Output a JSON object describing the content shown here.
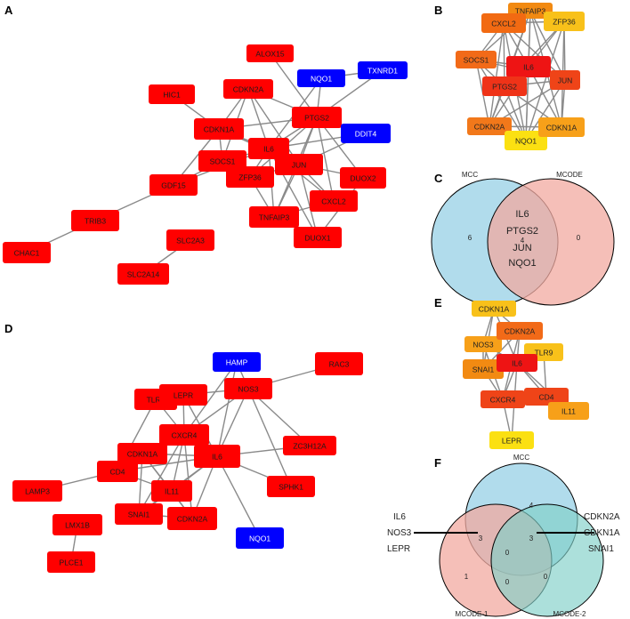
{
  "panels": {
    "A": {
      "letter": "A",
      "nodes": [
        {
          "id": "ALOX15",
          "label": "ALOX15",
          "color": "#ff0000"
        },
        {
          "id": "NQO1",
          "label": "NQO1",
          "color": "#0000ff"
        },
        {
          "id": "TXNRD1",
          "label": "TXNRD1",
          "color": "#0000ff"
        },
        {
          "id": "HIC1",
          "label": "HIC1",
          "color": "#ff0000"
        },
        {
          "id": "CDKN2A",
          "label": "CDKN2A",
          "color": "#ff0000"
        },
        {
          "id": "PTGS2",
          "label": "PTGS2",
          "color": "#ff0000"
        },
        {
          "id": "DDIT4",
          "label": "DDIT4",
          "color": "#0000ff"
        },
        {
          "id": "CDKN1A",
          "label": "CDKN1A",
          "color": "#ff0000"
        },
        {
          "id": "IL6",
          "label": "IL6",
          "color": "#ff0000"
        },
        {
          "id": "SOCS1",
          "label": "SOCS1",
          "color": "#ff0000"
        },
        {
          "id": "JUN",
          "label": "JUN",
          "color": "#ff0000"
        },
        {
          "id": "DUOX2",
          "label": "DUOX2",
          "color": "#ff0000"
        },
        {
          "id": "GDF15",
          "label": "GDF15",
          "color": "#ff0000"
        },
        {
          "id": "ZFP36",
          "label": "ZFP36",
          "color": "#ff0000"
        },
        {
          "id": "CXCL2",
          "label": "CXCL2",
          "color": "#ff0000"
        },
        {
          "id": "TNFAIP3",
          "label": "TNFAIP3",
          "color": "#ff0000"
        },
        {
          "id": "DUOX1",
          "label": "DUOX1",
          "color": "#ff0000"
        },
        {
          "id": "TRIB3",
          "label": "TRIB3",
          "color": "#ff0000"
        },
        {
          "id": "CHAC1",
          "label": "CHAC1",
          "color": "#ff0000"
        },
        {
          "id": "SLC2A3",
          "label": "SLC2A3",
          "color": "#ff0000"
        },
        {
          "id": "SLC2A14",
          "label": "SLC2A14",
          "color": "#ff0000"
        }
      ],
      "edges": [
        [
          "ALOX15",
          "PTGS2"
        ],
        [
          "NQO1",
          "PTGS2"
        ],
        [
          "NQO1",
          "IL6"
        ],
        [
          "TXNRD1",
          "NQO1"
        ],
        [
          "TXNRD1",
          "PTGS2"
        ],
        [
          "HIC1",
          "CDKN1A"
        ],
        [
          "CDKN2A",
          "CDKN1A"
        ],
        [
          "CDKN2A",
          "PTGS2"
        ],
        [
          "CDKN2A",
          "IL6"
        ],
        [
          "CDKN2A",
          "JUN"
        ],
        [
          "CDKN2A",
          "SOCS1"
        ],
        [
          "PTGS2",
          "IL6"
        ],
        [
          "PTGS2",
          "JUN"
        ],
        [
          "PTGS2",
          "CDKN1A"
        ],
        [
          "PTGS2",
          "ZFP36"
        ],
        [
          "PTGS2",
          "CXCL2"
        ],
        [
          "PTGS2",
          "TNFAIP3"
        ],
        [
          "PTGS2",
          "DUOX2"
        ],
        [
          "DDIT4",
          "JUN"
        ],
        [
          "DDIT4",
          "IL6"
        ],
        [
          "CDKN1A",
          "IL6"
        ],
        [
          "CDKN1A",
          "JUN"
        ],
        [
          "CDKN1A",
          "SOCS1"
        ],
        [
          "CDKN1A",
          "GDF15"
        ],
        [
          "IL6",
          "SOCS1"
        ],
        [
          "IL6",
          "JUN"
        ],
        [
          "IL6",
          "ZFP36"
        ],
        [
          "IL6",
          "CXCL2"
        ],
        [
          "IL6",
          "TNFAIP3"
        ],
        [
          "IL6",
          "DUOX1"
        ],
        [
          "IL6",
          "GDF15"
        ],
        [
          "JUN",
          "ZFP36"
        ],
        [
          "JUN",
          "CXCL2"
        ],
        [
          "JUN",
          "TNFAIP3"
        ],
        [
          "JUN",
          "DUOX1"
        ],
        [
          "JUN",
          "DUOX2"
        ],
        [
          "SOCS1",
          "ZFP36"
        ],
        [
          "SOCS1",
          "GDF15"
        ],
        [
          "ZFP36",
          "TNFAIP3"
        ],
        [
          "CXCL2",
          "TNFAIP3"
        ],
        [
          "DUOX1",
          "DUOX2"
        ],
        [
          "GDF15",
          "TRIB3"
        ],
        [
          "TRIB3",
          "CHAC1"
        ],
        [
          "SLC2A3",
          "SLC2A14"
        ]
      ]
    },
    "B": {
      "letter": "B",
      "nodes": [
        {
          "id": "TNFAIP3",
          "label": "TNFAIP3",
          "color": "#f28a12"
        },
        {
          "id": "CXCL2",
          "label": "CXCL2",
          "color": "#f26a12"
        },
        {
          "id": "ZFP36",
          "label": "ZFP36",
          "color": "#f8c11a"
        },
        {
          "id": "SOCS1",
          "label": "SOCS1",
          "color": "#f26a18"
        },
        {
          "id": "IL6",
          "label": "IL6",
          "color": "#ee1414"
        },
        {
          "id": "JUN",
          "label": "JUN",
          "color": "#ef4418"
        },
        {
          "id": "PTGS2",
          "label": "PTGS2",
          "color": "#ef3318"
        },
        {
          "id": "CDKN2A",
          "label": "CDKN2A",
          "color": "#f2781a"
        },
        {
          "id": "NQO1",
          "label": "NQO1",
          "color": "#fbe012"
        },
        {
          "id": "CDKN1A",
          "label": "CDKN1A",
          "color": "#f7a019"
        }
      ]
    },
    "C": {
      "letter": "C",
      "left_title": "MCC",
      "right_title": "MCODE",
      "left_count": "6",
      "overlap_count": "4",
      "right_count": "0",
      "overlap_genes": [
        "IL6",
        "PTGS2",
        "JUN",
        "NQO1"
      ],
      "left_color": "#a8d8ea",
      "right_color": "#f2aaa0"
    },
    "D": {
      "letter": "D",
      "nodes": [
        {
          "id": "HAMP",
          "label": "HAMP",
          "color": "#0000ff"
        },
        {
          "id": "RAC3",
          "label": "RAC3",
          "color": "#ff0000"
        },
        {
          "id": "TLR9",
          "label": "TLR9",
          "color": "#ff0000"
        },
        {
          "id": "LEPR",
          "label": "LEPR",
          "color": "#ff0000"
        },
        {
          "id": "NOS3",
          "label": "NOS3",
          "color": "#ff0000"
        },
        {
          "id": "CXCR4",
          "label": "CXCR4",
          "color": "#ff0000"
        },
        {
          "id": "CDKN1A",
          "label": "CDKN1A",
          "color": "#ff0000"
        },
        {
          "id": "IL6",
          "label": "IL6",
          "color": "#ff0000"
        },
        {
          "id": "ZC3H12A",
          "label": "ZC3H12A",
          "color": "#ff0000"
        },
        {
          "id": "CD4",
          "label": "CD4",
          "color": "#ff0000"
        },
        {
          "id": "LAMP3",
          "label": "LAMP3",
          "color": "#ff0000"
        },
        {
          "id": "IL11",
          "label": "IL11",
          "color": "#ff0000"
        },
        {
          "id": "SPHK1",
          "label": "SPHK1",
          "color": "#ff0000"
        },
        {
          "id": "SNAI1",
          "label": "SNAI1",
          "color": "#ff0000"
        },
        {
          "id": "CDKN2A",
          "label": "CDKN2A",
          "color": "#ff0000"
        },
        {
          "id": "LMX1B",
          "label": "LMX1B",
          "color": "#ff0000"
        },
        {
          "id": "NQO1",
          "label": "NQO1",
          "color": "#0000ff"
        },
        {
          "id": "PLCE1",
          "label": "PLCE1",
          "color": "#ff0000"
        }
      ],
      "edges": [
        [
          "HAMP",
          "NOS3"
        ],
        [
          "HAMP",
          "IL6"
        ],
        [
          "HAMP",
          "CXCR4"
        ],
        [
          "RAC3",
          "NOS3"
        ],
        [
          "TLR9",
          "CXCR4"
        ],
        [
          "TLR9",
          "CD4"
        ],
        [
          "LEPR",
          "NOS3"
        ],
        [
          "LEPR",
          "IL6"
        ],
        [
          "LEPR",
          "CXCR4"
        ],
        [
          "NOS3",
          "IL6"
        ],
        [
          "NOS3",
          "CXCR4"
        ],
        [
          "NOS3",
          "ZC3H12A"
        ],
        [
          "NOS3",
          "SPHK1"
        ],
        [
          "CXCR4",
          "CDKN1A"
        ],
        [
          "CXCR4",
          "IL6"
        ],
        [
          "CXCR4",
          "CD4"
        ],
        [
          "CXCR4",
          "IL11"
        ],
        [
          "CXCR4",
          "SNAI1"
        ],
        [
          "CXCR4",
          "CDKN2A"
        ],
        [
          "CDKN1A",
          "IL6"
        ],
        [
          "CDKN1A",
          "CDKN2A"
        ],
        [
          "CDKN1A",
          "IL11"
        ],
        [
          "CDKN1A",
          "SNAI1"
        ],
        [
          "IL6",
          "ZC3H12A"
        ],
        [
          "IL6",
          "SPHK1"
        ],
        [
          "IL6",
          "CD4"
        ],
        [
          "IL6",
          "IL11"
        ],
        [
          "IL6",
          "CDKN2A"
        ],
        [
          "IL6",
          "SNAI1"
        ],
        [
          "IL6",
          "NQO1"
        ],
        [
          "CD4",
          "LAMP3"
        ],
        [
          "CD4",
          "IL11"
        ],
        [
          "IL11",
          "CDKN2A"
        ],
        [
          "IL11",
          "SNAI1"
        ],
        [
          "SNAI1",
          "CDKN2A"
        ],
        [
          "LMX1B",
          "PLCE1"
        ]
      ]
    },
    "E": {
      "letter": "E",
      "nodes": [
        {
          "id": "CDKN1A",
          "label": "CDKN1A",
          "color": "#f8c11a"
        },
        {
          "id": "NOS3",
          "label": "NOS3",
          "color": "#f7a019"
        },
        {
          "id": "CDKN2A",
          "label": "CDKN2A",
          "color": "#f26a18"
        },
        {
          "id": "TLR9",
          "label": "TLR9",
          "color": "#f8c11a"
        },
        {
          "id": "SNAI1",
          "label": "SNAI1",
          "color": "#f28a12"
        },
        {
          "id": "IL6",
          "label": "IL6",
          "color": "#ee1414"
        },
        {
          "id": "CXCR4",
          "label": "CXCR4",
          "color": "#ef4418"
        },
        {
          "id": "CD4",
          "label": "CD4",
          "color": "#ef4418"
        },
        {
          "id": "IL11",
          "label": "IL11",
          "color": "#f7a019"
        },
        {
          "id": "LEPR",
          "label": "LEPR",
          "color": "#fbe012"
        }
      ]
    },
    "F": {
      "letter": "F",
      "top_title": "MCC",
      "bottom_left_title": "MCODE-1",
      "bottom_right_title": "MCODE-2",
      "counts": {
        "mcc_only": "4",
        "mcc_m1": "3",
        "mcc_m2": "3",
        "center": "0",
        "m1_only": "1",
        "m2_only": "0",
        "m1_m2": "0"
      },
      "left_genes": [
        "IL6",
        "NOS3",
        "LEPR"
      ],
      "right_genes": [
        "CDKN2A",
        "CDKN1A",
        "SNAI1"
      ],
      "top_color": "#a8d8ea",
      "left_color": "#f2aaa0",
      "right_color": "#7fd0c8"
    }
  }
}
